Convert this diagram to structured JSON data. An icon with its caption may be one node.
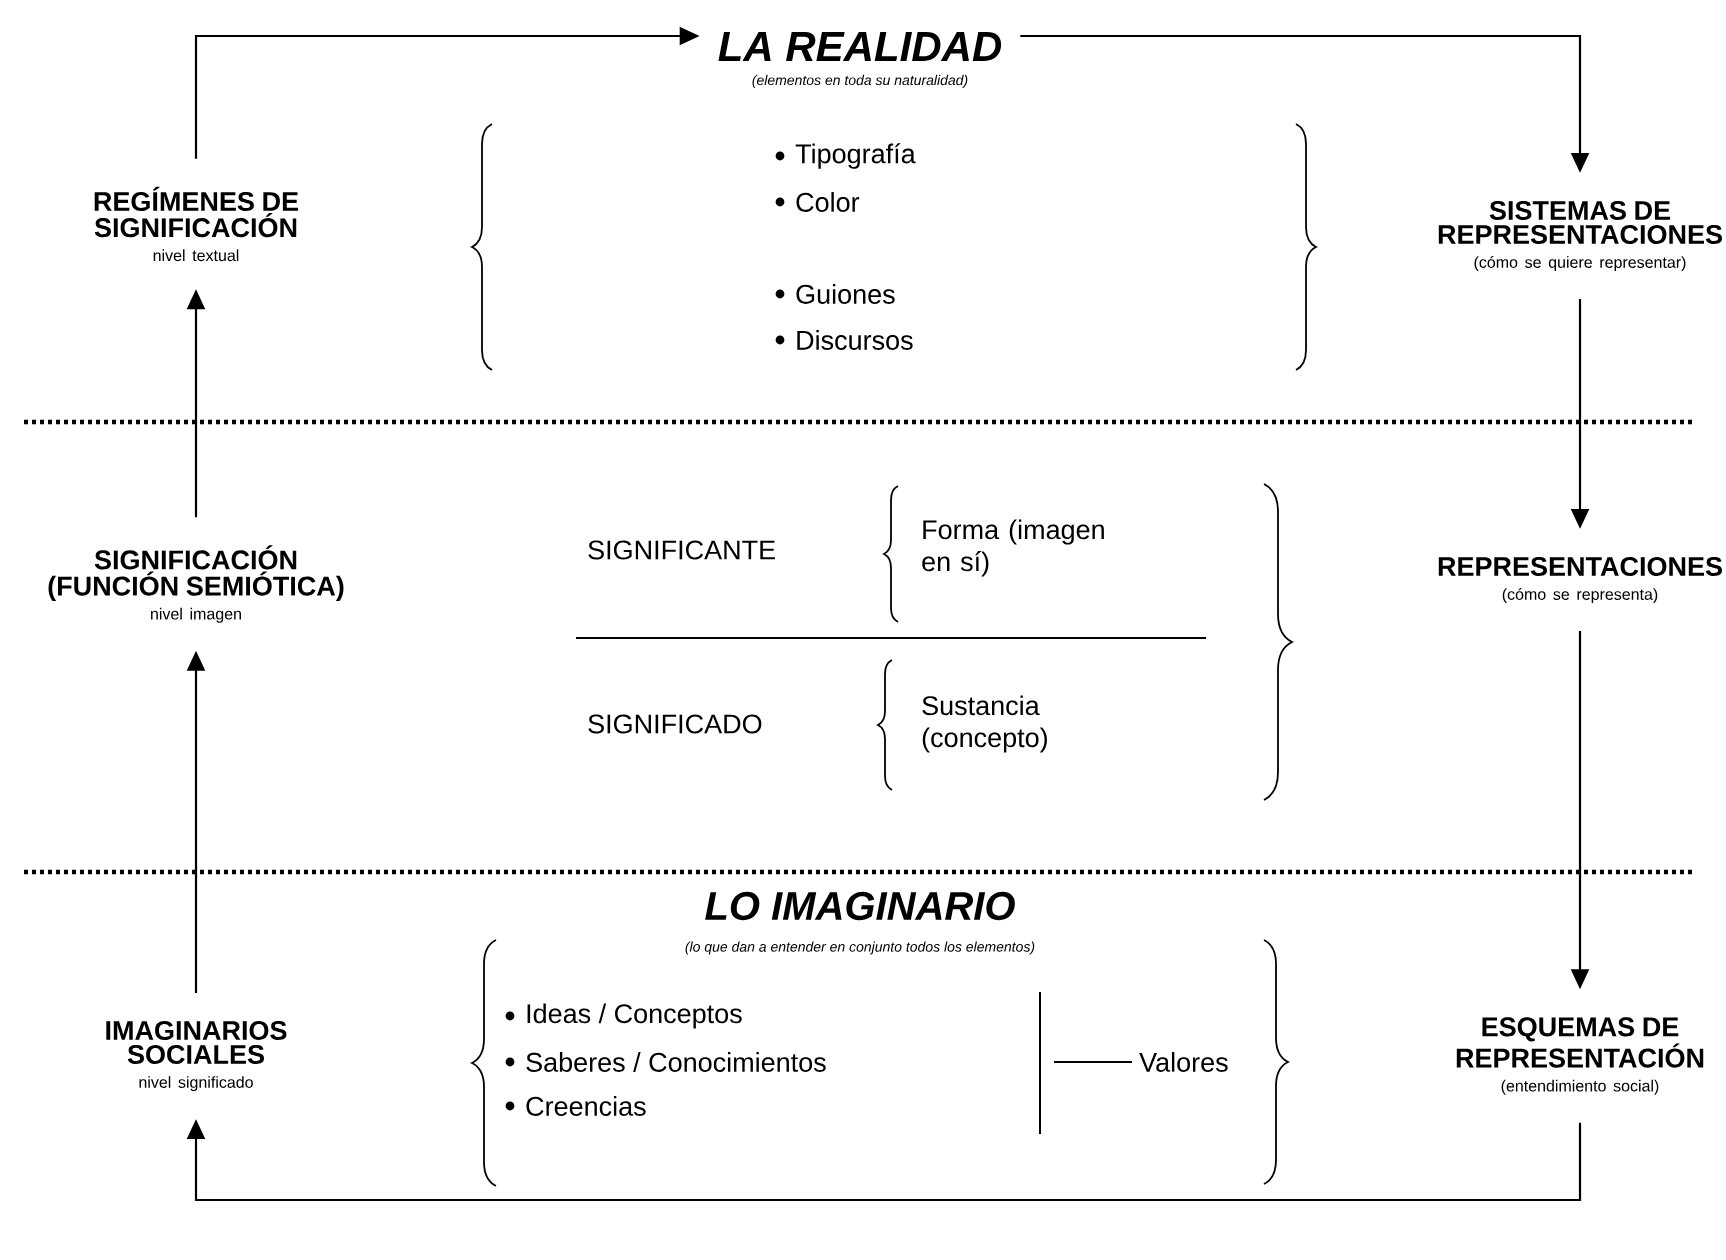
{
  "diagram": {
    "nodes": [
      {
        "text": [
          "LA REALIDAD",
          "(elementos en toda su naturalidad)"
        ]
      },
      {
        "text": [
          "SISTEMAS DE REPRESENTACIONES",
          "(cómo se quiere representar)"
        ]
      },
      {
        "text": [
          "REPRESENTACIONES",
          "(cómo se representa)"
        ]
      },
      {
        "text": [
          "ESQUEMAS DE REPRESENTACIÓN",
          "(entendimiento social)"
        ]
      },
      {
        "text": [
          "IMAGINARIOS SOCIALES",
          "nivel significado"
        ]
      },
      {
        "text": [
          "SIGNIFICACIÓN (FUNCIÓN SEMIÓTICA)",
          "nivel imagen"
        ]
      },
      {
        "text": [
          "REGÍMENES DE SIGNIFICACIÓN",
          "nivel textual"
        ]
      }
    ],
    "edges": [
      {
        "from": 6,
        "to": 0,
        "arrow": "to"
      },
      {
        "from": 0,
        "to": 1,
        "arrow": "to"
      },
      {
        "from": 1,
        "to": 2,
        "arrow": "to"
      },
      {
        "from": 2,
        "to": 3,
        "arrow": "to"
      },
      {
        "from": 3,
        "to": 4,
        "arrow": "to"
      },
      {
        "from": 4,
        "to": 5,
        "arrow": "to"
      },
      {
        "from": 5,
        "to": 6,
        "arrow": "to"
      }
    ],
    "labels": [
      "Tipografía",
      "Color",
      "Guiones",
      "Discursos",
      "SIGNIFICANTE",
      "Forma (imagen en sí)",
      "SIGNIFICADO",
      "Sustancia (concepto)",
      "LO IMAGINARIO",
      "(lo que dan a entender en conjunto todos los elementos)",
      "Ideas / Conceptos",
      "Saberes / Conocimientos",
      "Creencias",
      "Valores"
    ]
  }
}
